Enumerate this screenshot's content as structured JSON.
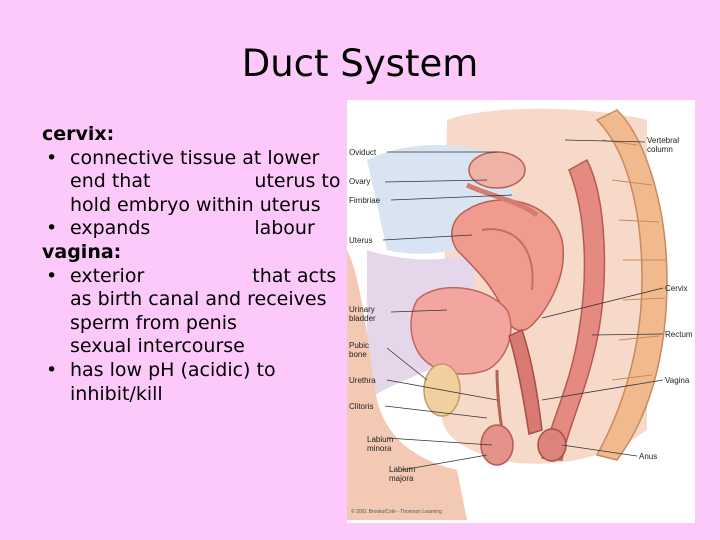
{
  "slide": {
    "title": "Duct System"
  },
  "text": {
    "cervix_heading": "cervix:",
    "cervix_b1_l1": "connective tissue at lower",
    "cervix_b1_l2a": "end that",
    "cervix_b1_l2b": "uterus to",
    "cervix_b1_l3": "hold embryo within uterus",
    "cervix_b2_a": "expands",
    "cervix_b2_b": "labour",
    "vagina_heading": "vagina:",
    "vagina_b1_l1a": "exterior",
    "vagina_b1_l1b": "that acts",
    "vagina_b1_l2": "as birth canal and receives",
    "vagina_b1_l3": "sperm from penis",
    "vagina_b1_l4": "sexual intercourse",
    "vagina_b2_l1": "has low pH (acidic) to",
    "vagina_b2_l2": "inhibit/kill",
    "bullet_char": "•"
  },
  "figure": {
    "labels": {
      "oviduct": "Oviduct",
      "ovary": "Ovary",
      "fimbriae": "Fimbriae",
      "uterus": "Uterus",
      "urinary_bladder": "Urinary\nbladder",
      "pubic_bone": "Pubic\nbone",
      "urethra": "Urethra",
      "clitoris": "Clitoris",
      "labium_minora": "Labium\nminora",
      "labium_majora": "Labium\nmajora",
      "vertebral_column": "Vertebral\ncolumn",
      "cervix": "Cervix",
      "rectum": "Rectum",
      "vagina": "Vagina",
      "anus": "Anus"
    },
    "copyright": "© 2001 Brooks/Cole - Thomson Learning"
  }
}
